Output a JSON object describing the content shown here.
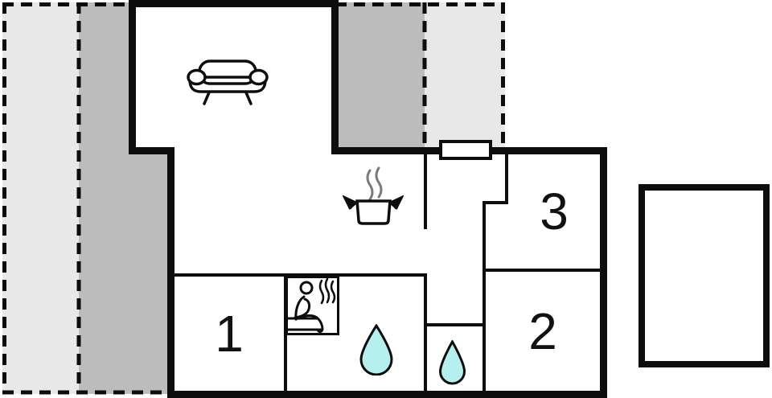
{
  "colors": {
    "background": "#ffffff",
    "wall": "#0d0d0d",
    "terrace_light": "#e8e8e8",
    "terrace_dark": "#bcbcbc",
    "water_drop_fill": "#b5efee",
    "steam_gray": "#7a7a7a"
  },
  "rooms": [
    {
      "id": "room-1",
      "label": "1"
    },
    {
      "id": "room-2",
      "label": "2"
    },
    {
      "id": "room-3",
      "label": "3"
    }
  ],
  "icons": [
    {
      "name": "sofa-icon"
    },
    {
      "name": "cooking-pot-icon"
    },
    {
      "name": "steam-icon"
    },
    {
      "name": "sauna-person-icon"
    },
    {
      "name": "water-drop-icon-large"
    },
    {
      "name": "water-drop-icon-small"
    },
    {
      "name": "window-marker"
    }
  ],
  "areas": [
    {
      "name": "terrace-left"
    },
    {
      "name": "terrace-top"
    },
    {
      "name": "main-house"
    },
    {
      "name": "outbuilding"
    }
  ]
}
